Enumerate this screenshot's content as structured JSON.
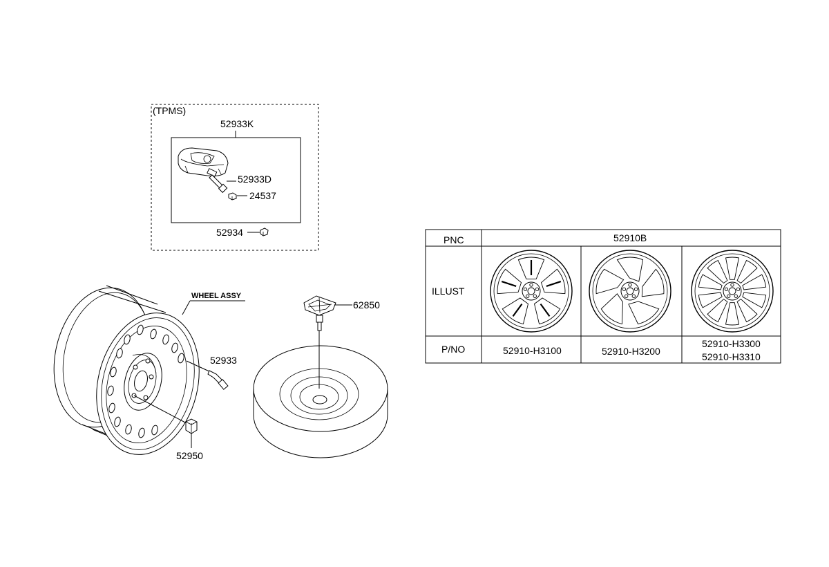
{
  "tpms": {
    "group_label": "(TPMS)",
    "kit_part": "52933K",
    "parts": [
      "52933D",
      "24537"
    ],
    "cap_part": "52934"
  },
  "wheel": {
    "assy_label": "WHEEL ASSY",
    "valve_part": "52933",
    "nut_part": "52950"
  },
  "spare": {
    "bolt_part": "62850"
  },
  "table": {
    "rows": {
      "pnc": "PNC",
      "illust": "ILLUST",
      "pno": "P/NO"
    },
    "pnc_value": "52910B",
    "wheels": [
      {
        "part_numbers": [
          "52910-H3100"
        ],
        "design": "wide-split-spoke"
      },
      {
        "part_numbers": [
          "52910-H3200"
        ],
        "design": "twisted-spoke"
      },
      {
        "part_numbers": [
          "52910-H3300",
          "52910-H3310"
        ],
        "design": "ten-spoke"
      }
    ]
  }
}
